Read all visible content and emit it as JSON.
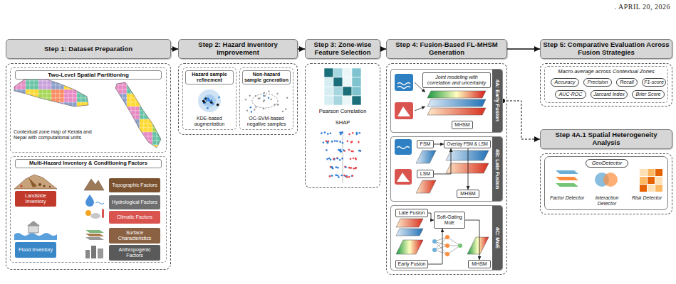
{
  "diagram": {
    "nodes": [
      {
        "text": [
          "Step 1: Dataset Preparation"
        ]
      },
      {
        "text": [
          "Two-Level Spatial Partitioning",
          "Contextual zone map of Kerala and Nepal with computational units"
        ],
        "in": 0
      },
      {
        "text": [
          "Multi-Hazard Inventory & Conditioning Factors"
        ],
        "in": 0
      },
      {
        "text": [
          "Landslide Inventory"
        ],
        "in": 2
      },
      {
        "text": [
          "Topographic Factors"
        ],
        "in": 2
      },
      {
        "text": [
          "Hydrological Factors"
        ],
        "in": 2
      },
      {
        "text": [
          "Climatic Factors"
        ],
        "in": 2
      },
      {
        "text": [
          "Flood Inventory"
        ],
        "in": 2
      },
      {
        "text": [
          "Surface Characteristics"
        ],
        "in": 2
      },
      {
        "text": [
          "Anthropogenic Factors"
        ],
        "in": 2
      },
      {
        "text": [
          "Step 2: Hazard Inventory Improvement"
        ]
      },
      {
        "text": [
          "Hazard sample refinement",
          "KDE-based augmentation"
        ],
        "in": 10
      },
      {
        "text": [
          "Non-hazard sample generation",
          "OC-SVM-based negative samples"
        ],
        "in": 10
      },
      {
        "text": [
          "Step 3: Zone-wise Feature Selection",
          "Pearson Correlation",
          "SHAP"
        ]
      },
      {
        "text": [
          "Step 4: Fusion-Based FL-MHSM Generation"
        ]
      },
      {
        "text": [
          "4A: Early Fusion"
        ],
        "in": 14
      },
      {
        "text": [
          "Joint modeling with correlation and uncertainty"
        ],
        "in": 15
      },
      {
        "text": [
          "MHSM"
        ],
        "in": 15
      },
      {
        "text": [
          "4B: Late Fusion"
        ],
        "in": 14
      },
      {
        "text": [
          "FSM"
        ],
        "in": 18
      },
      {
        "text": [
          "Overlay FSM & LSM"
        ],
        "in": 18
      },
      {
        "text": [
          "LSM"
        ],
        "in": 18
      },
      {
        "text": [
          "MHSM"
        ],
        "in": 18
      },
      {
        "text": [
          "4C: MoE"
        ],
        "in": 14
      },
      {
        "text": [
          "Late Fusion"
        ],
        "in": 23
      },
      {
        "text": [
          "Soft-Gating MoE"
        ],
        "in": 23
      },
      {
        "text": [
          "MHSM"
        ],
        "in": 23
      },
      {
        "text": [
          "Early Fusion"
        ],
        "in": 23
      },
      {
        "text": [
          "Step 5: Comparative Evaluation Across Fusion Strategies"
        ]
      },
      {
        "text": [
          "Macro-average across Contextual Zones"
        ],
        "in": 28
      },
      {
        "text": [
          "Accuracy"
        ],
        "in": 29
      },
      {
        "text": [
          "Precision"
        ],
        "in": 29
      },
      {
        "text": [
          "Recall"
        ],
        "in": 29
      },
      {
        "text": [
          "F1-score"
        ],
        "in": 29
      },
      {
        "text": [
          "AUC-ROC"
        ],
        "in": 29
      },
      {
        "text": [
          "Jaccard Index"
        ],
        "in": 29
      },
      {
        "text": [
          "Brier Score"
        ],
        "in": 29
      },
      {
        "text": [
          "Step 4A.1 Spatial Heterogeneity Analysis"
        ]
      },
      {
        "text": [
          "GeoDetector",
          "Factor Detector",
          "Interaction Detector",
          "Risk Detector"
        ],
        "in": 37
      }
    ],
    "edges": [
      {
        "from": 0,
        "to": 10,
        "arrow": "to"
      },
      {
        "from": 10,
        "to": 13,
        "arrow": "to"
      },
      {
        "from": 13,
        "to": 14,
        "arrow": "to"
      },
      {
        "from": 14,
        "to": 28,
        "arrow": "to"
      },
      {
        "from": 15,
        "to": 37,
        "arrow": "to"
      },
      {
        "from": 19,
        "to": 20,
        "arrow": "to"
      },
      {
        "from": 21,
        "to": 20,
        "arrow": "to"
      },
      {
        "from": 20,
        "to": 22,
        "arrow": "to"
      },
      {
        "from": 24,
        "to": 25,
        "arrow": "to"
      },
      {
        "from": 27,
        "to": 25,
        "arrow": "to"
      },
      {
        "from": 25,
        "to": 26,
        "arrow": "to"
      }
    ],
    "labels": [
      ". APRIL 20, 2026"
    ]
  }
}
